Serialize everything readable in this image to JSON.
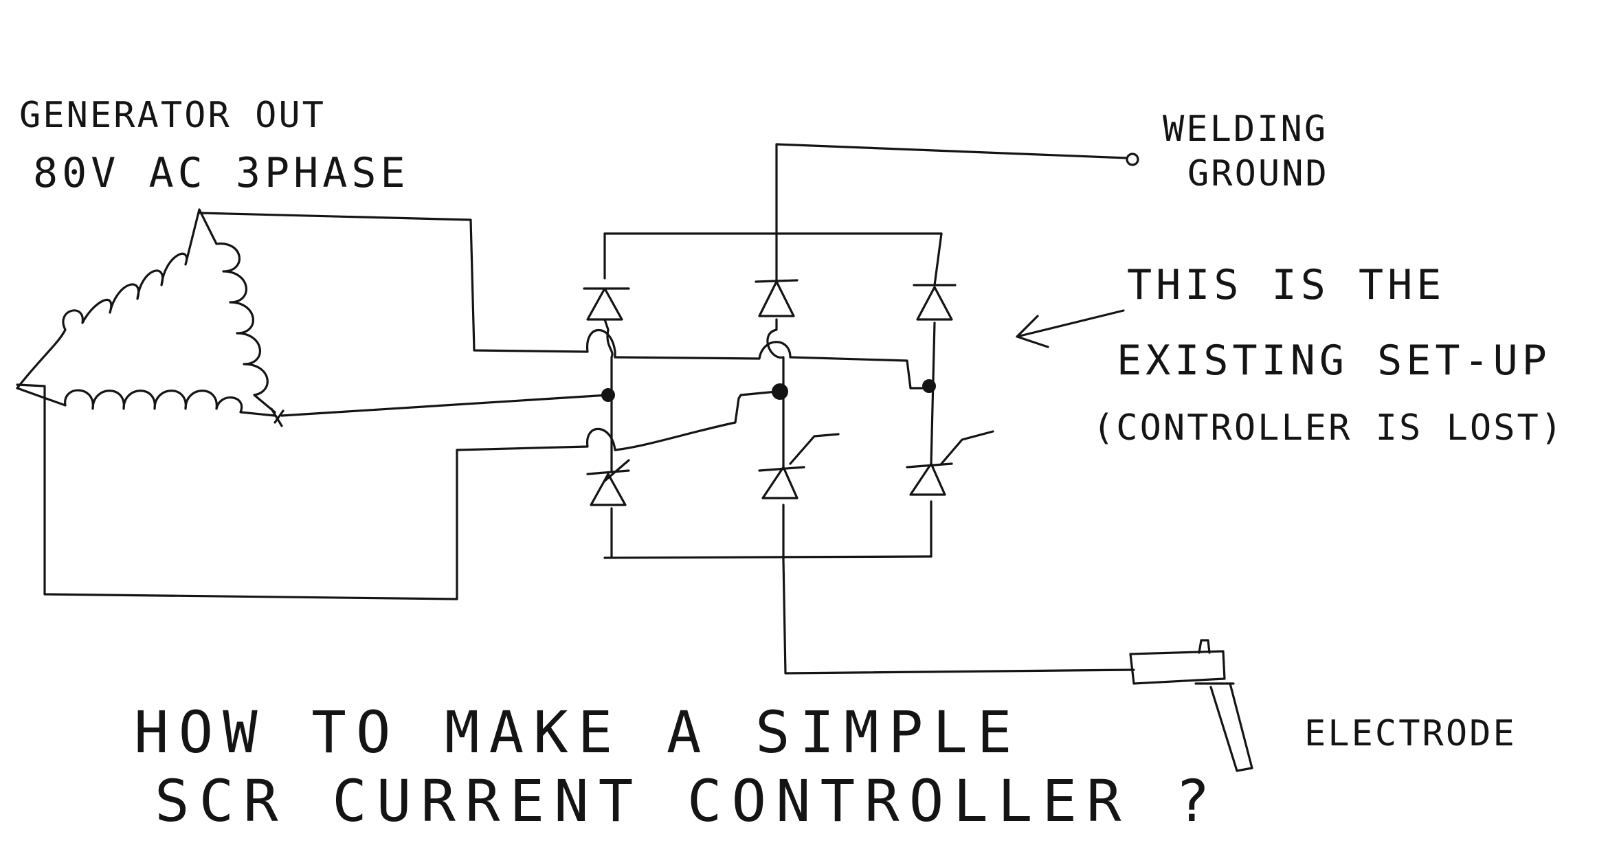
{
  "labels": {
    "generator_line1": "GENERATOR OUT",
    "generator_line2": "80V AC  3PHASE",
    "welding_line1": "WELDING",
    "welding_line2": "GROUND",
    "note_line1": "THIS IS THE",
    "note_line2": "EXISTING SET-UP",
    "note_line3": "(CONTROLLER IS LOST)",
    "electrode": "ELECTRODE",
    "question_line1": "HOW TO MAKE A SIMPLE",
    "question_line2": "SCR CURRENT CONTROLLER ?"
  },
  "colors": {
    "ink": "#141414",
    "paper": "#ffffff"
  }
}
